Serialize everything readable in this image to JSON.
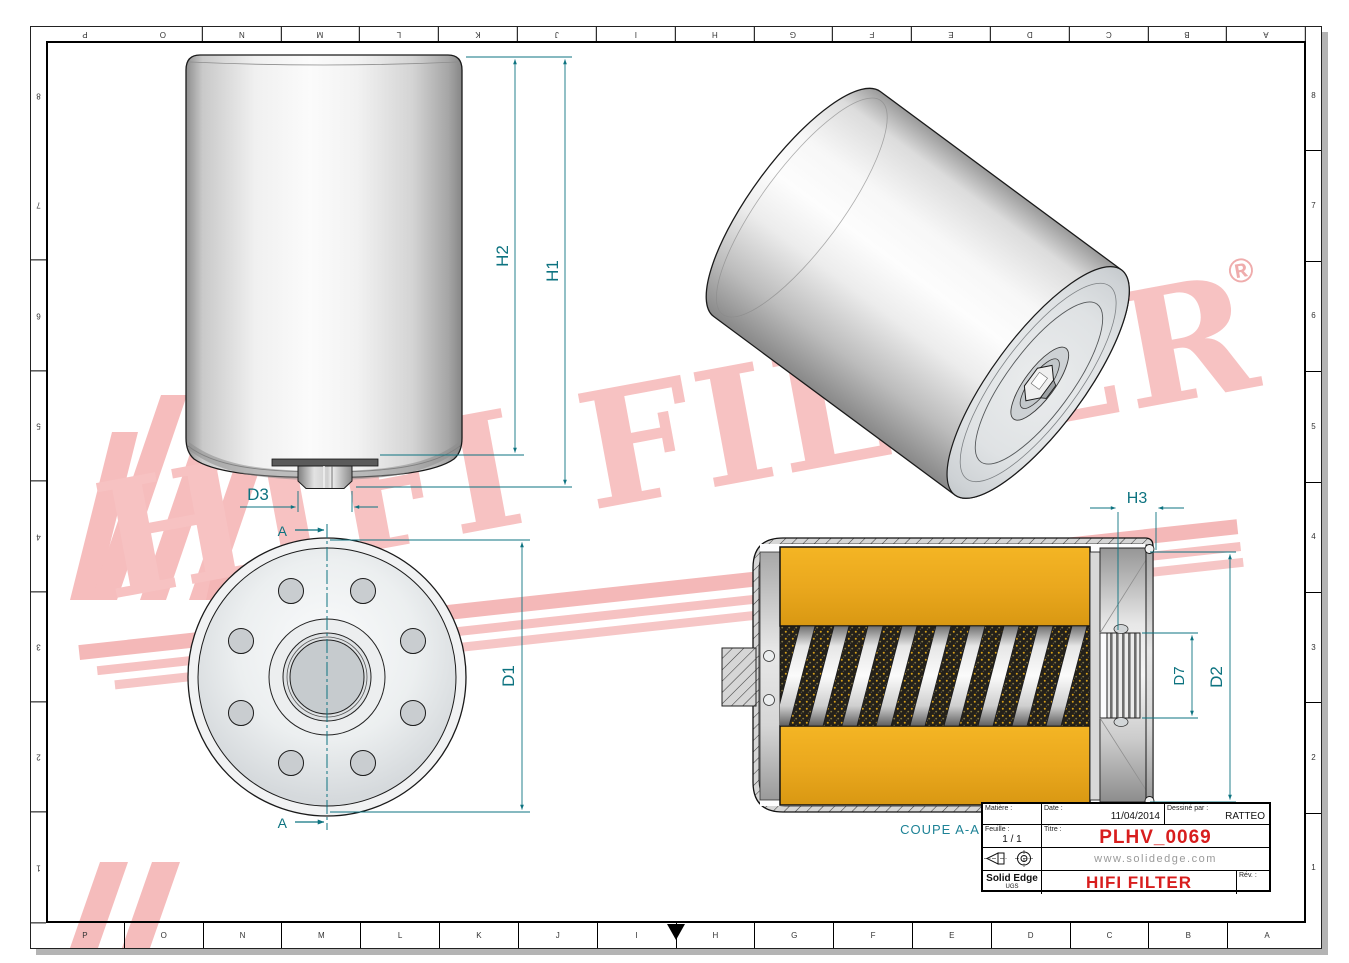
{
  "frame": {
    "columns": [
      "P",
      "O",
      "N",
      "M",
      "L",
      "K",
      "J",
      "I",
      "H",
      "G",
      "F",
      "E",
      "D",
      "C",
      "B",
      "A"
    ],
    "rows": [
      "8",
      "7",
      "6",
      "5",
      "4",
      "3",
      "2",
      "1"
    ]
  },
  "watermark": {
    "text": "HIFI FILTER",
    "registered": "®"
  },
  "views": {
    "dims": {
      "H1": "H1",
      "H2": "H2",
      "D3": "D3",
      "D1": "D1",
      "section_marker": "A",
      "H3": "H3",
      "D7": "D7",
      "D2": "D2",
      "section_title": "COUPE A-A"
    }
  },
  "title_block": {
    "matiere_label": "Matière :",
    "date_label": "Date :",
    "date_value": "11/04/2014",
    "dessine_label": "Dessiné par :",
    "dessine_value": "RATTEO",
    "feuille_label": "Feuille :",
    "feuille_value": "1 / 1",
    "titre_label": "Titre :",
    "titre_value": "PLHV_0069",
    "website": "www.solidedge.com",
    "app_name": "Solid Edge",
    "app_vendor": "UGS",
    "company": "HIFI FILTER",
    "rev_label": "Rév. :"
  },
  "colors": {
    "dimension_teal": "#0d7380",
    "accent_red": "#d81e1e",
    "watermark_pink": "#f7c2c2",
    "media_yellow": "#eaa81e"
  }
}
